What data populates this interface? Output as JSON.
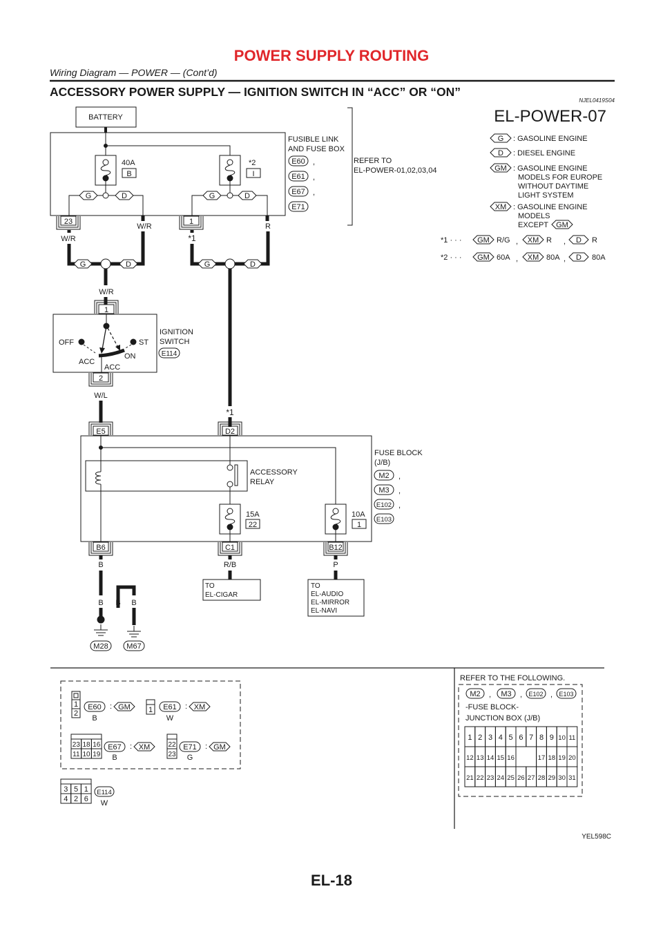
{
  "header": {
    "title": "POWER SUPPLY ROUTING",
    "subtitle": "Wiring Diagram — POWER — (Cont’d)"
  },
  "section": {
    "title": "ACCESSORY POWER SUPPLY — IGNITION SWITCH IN “ACC” OR “ON”",
    "code": "NJEL0419S04"
  },
  "colors": {
    "title": "#e0262a",
    "ink": "#1a1a1a"
  },
  "diagram": {
    "id": "EL-POWER-07",
    "battery": "BATTERY",
    "fusible_link": {
      "line1": "FUSIBLE LINK",
      "line2": "AND FUSE BOX",
      "connectors": [
        "E60",
        "E61",
        "E67",
        "E71"
      ],
      "sep": ","
    },
    "refer": {
      "line1": "REFER TO",
      "line2": "EL-POWER-01,02,03,04"
    },
    "fuses": [
      {
        "amp": "40A",
        "no": "B"
      },
      {
        "amp": "*2",
        "no": "I"
      },
      {
        "amp": "15A",
        "no": "22"
      },
      {
        "amp": "10A",
        "no": "1"
      }
    ],
    "tags": {
      "g": "G",
      "d": "D",
      "gm": "GM",
      "xm": "XM"
    },
    "terminals": {
      "fl_left": "23",
      "fl_right": "1",
      "ign_in": "1",
      "ign_out": "2",
      "e5": "E5",
      "d2": "D2",
      "b6": "B6",
      "c1": "C1",
      "b12": "B12"
    },
    "wires": {
      "wr": "W/R",
      "r": "R",
      "star1": "*1",
      "wl": "W/L",
      "b": "B",
      "rb": "R/B",
      "p": "P"
    },
    "ignition": {
      "line1": "IGNITION",
      "line2": "SWITCH",
      "connector": "E114",
      "off": "OFF",
      "st": "ST",
      "on": "ON",
      "acc": "ACC",
      "acc2": "ACC"
    },
    "fuse_block": {
      "line1": "FUSE BLOCK",
      "line2": "(J/B)",
      "connectors": [
        "M2",
        "M3",
        "E102",
        "E103"
      ]
    },
    "relay": {
      "line1": "ACCESSORY",
      "line2": "RELAY"
    },
    "to_cigar": [
      "TO",
      "EL-CIGAR"
    ],
    "to_audio": [
      "TO",
      "EL-AUDIO",
      "EL-MIRROR",
      "EL-NAVI"
    ],
    "grounds": [
      "M28",
      "M67"
    ]
  },
  "legend": {
    "g": ": GASOLINE ENGINE",
    "d": ": DIESEL ENGINE",
    "gm": [
      ": GASOLINE ENGINE",
      "MODELS FOR EUROPE",
      "WITHOUT DAYTIME",
      "LIGHT SYSTEM"
    ],
    "xm": [
      ": GASOLINE ENGINE",
      "MODELS",
      "EXCEPT"
    ]
  },
  "notes": {
    "n1": {
      "mark": "*1 · · ·",
      "gm": "R/G",
      "xm": "R",
      "d": "R"
    },
    "n2": {
      "mark": "*2 · · ·",
      "gm": "60A",
      "xm": "80A",
      "d": "80A"
    },
    "sep": ","
  },
  "connector_views": {
    "colon": ":",
    "e60": {
      "id": "E60",
      "cells": [
        "1",
        "2"
      ],
      "color": "B"
    },
    "e61": {
      "id": "E61",
      "cells": [
        "1"
      ],
      "color": "W"
    },
    "e67": {
      "id": "E67",
      "cells": [
        "23",
        "18",
        "16",
        "11",
        "10",
        "19"
      ],
      "color": "B"
    },
    "e71": {
      "id": "E71",
      "cells": [
        "22",
        "23"
      ],
      "color": "G"
    },
    "e114": {
      "id": "E114",
      "cells": [
        "3",
        "5",
        "1",
        "4",
        "2",
        "6"
      ],
      "color": "W"
    },
    "jb": {
      "refer": "REFER TO THE FOLLOWING.",
      "connectors": [
        "M2",
        "M3",
        "E102",
        "E103"
      ],
      "line1": "-FUSE BLOCK-",
      "line2": "JUNCTION BOX (J/B)",
      "row1": [
        "1",
        "2",
        "3",
        "4",
        "5",
        "6",
        "7",
        "8",
        "9",
        "10",
        "11"
      ],
      "row2": [
        "12",
        "13",
        "14",
        "15",
        "16",
        "17",
        "18",
        "19",
        "20"
      ],
      "row3": [
        "21",
        "22",
        "23",
        "24",
        "25",
        "26",
        "27",
        "28",
        "29",
        "30",
        "31"
      ]
    }
  },
  "footer": {
    "figure": "YEL598C",
    "page": "EL-18"
  }
}
